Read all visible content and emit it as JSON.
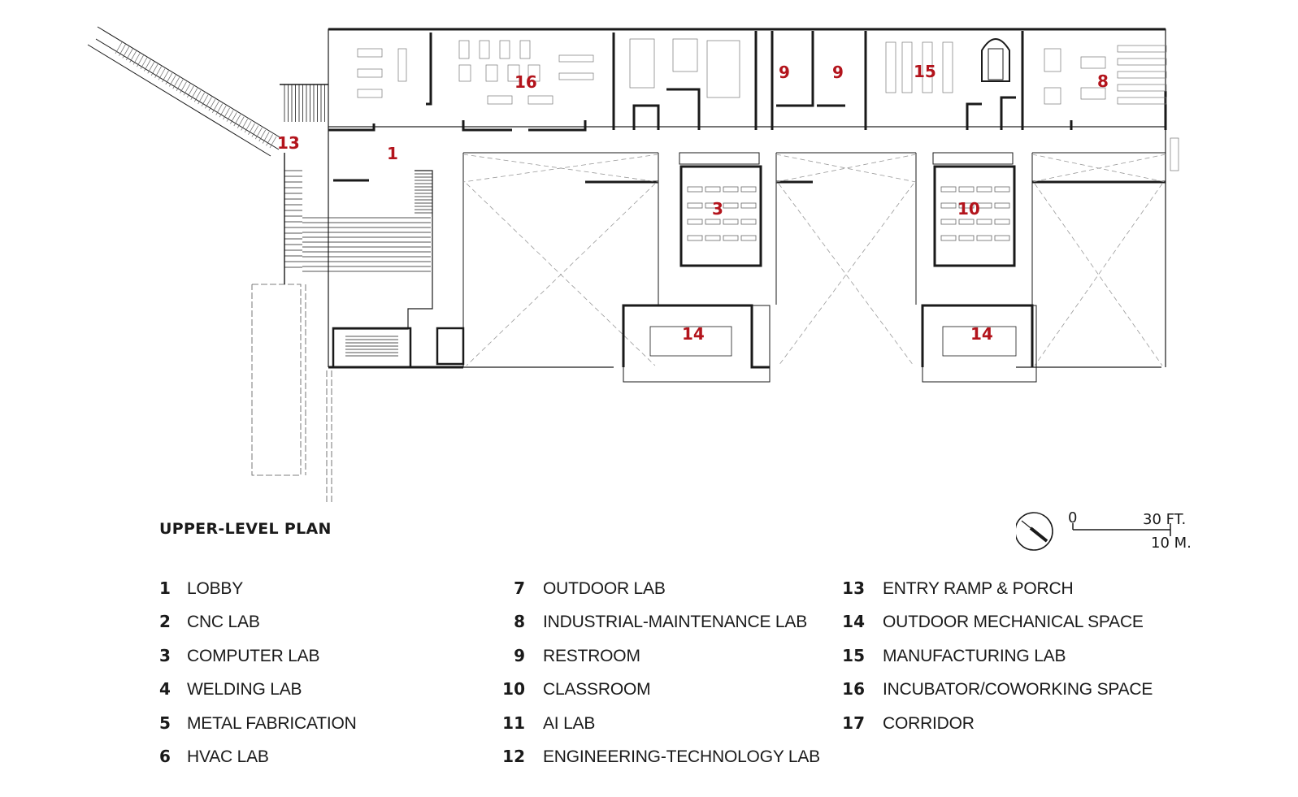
{
  "plan": {
    "title": "UPPER-LEVEL PLAN",
    "room_tags": [
      {
        "id": "tag-13",
        "label": "13"
      },
      {
        "id": "tag-1",
        "label": "1"
      },
      {
        "id": "tag-16",
        "label": "16"
      },
      {
        "id": "tag-9a",
        "label": "9"
      },
      {
        "id": "tag-9b",
        "label": "9"
      },
      {
        "id": "tag-15",
        "label": "15"
      },
      {
        "id": "tag-8",
        "label": "8"
      },
      {
        "id": "tag-3",
        "label": "3"
      },
      {
        "id": "tag-10",
        "label": "10"
      },
      {
        "id": "tag-14a",
        "label": "14"
      },
      {
        "id": "tag-14b",
        "label": "14"
      }
    ]
  },
  "scale_bar": {
    "zero": "0",
    "feet": "30 FT.",
    "meters": "10 M.",
    "icon": "north-arrow-icon"
  },
  "legend": {
    "columns": [
      [
        {
          "num": "1",
          "label": "LOBBY"
        },
        {
          "num": "2",
          "label": "CNC LAB"
        },
        {
          "num": "3",
          "label": "COMPUTER LAB"
        },
        {
          "num": "4",
          "label": "WELDING LAB"
        },
        {
          "num": "5",
          "label": "METAL FABRICATION"
        },
        {
          "num": "6",
          "label": "HVAC LAB"
        }
      ],
      [
        {
          "num": "7",
          "label": "OUTDOOR LAB"
        },
        {
          "num": "8",
          "label": "INDUSTRIAL-MAINTENANCE LAB"
        },
        {
          "num": "9",
          "label": "RESTROOM"
        },
        {
          "num": "10",
          "label": "CLASSROOM"
        },
        {
          "num": "11",
          "label": "AI LAB"
        },
        {
          "num": "12",
          "label": "ENGINEERING-TECHNOLOGY LAB"
        }
      ],
      [
        {
          "num": "13",
          "label": "ENTRY RAMP & PORCH"
        },
        {
          "num": "14",
          "label": "OUTDOOR MECHANICAL SPACE"
        },
        {
          "num": "15",
          "label": "MANUFACTURING LAB"
        },
        {
          "num": "16",
          "label": "INCUBATOR/COWORKING SPACE"
        },
        {
          "num": "17",
          "label": "CORRIDOR"
        }
      ]
    ]
  },
  "colors": {
    "tag": "#b3141c",
    "ink": "#1a1a1a",
    "fine": "#888888"
  }
}
